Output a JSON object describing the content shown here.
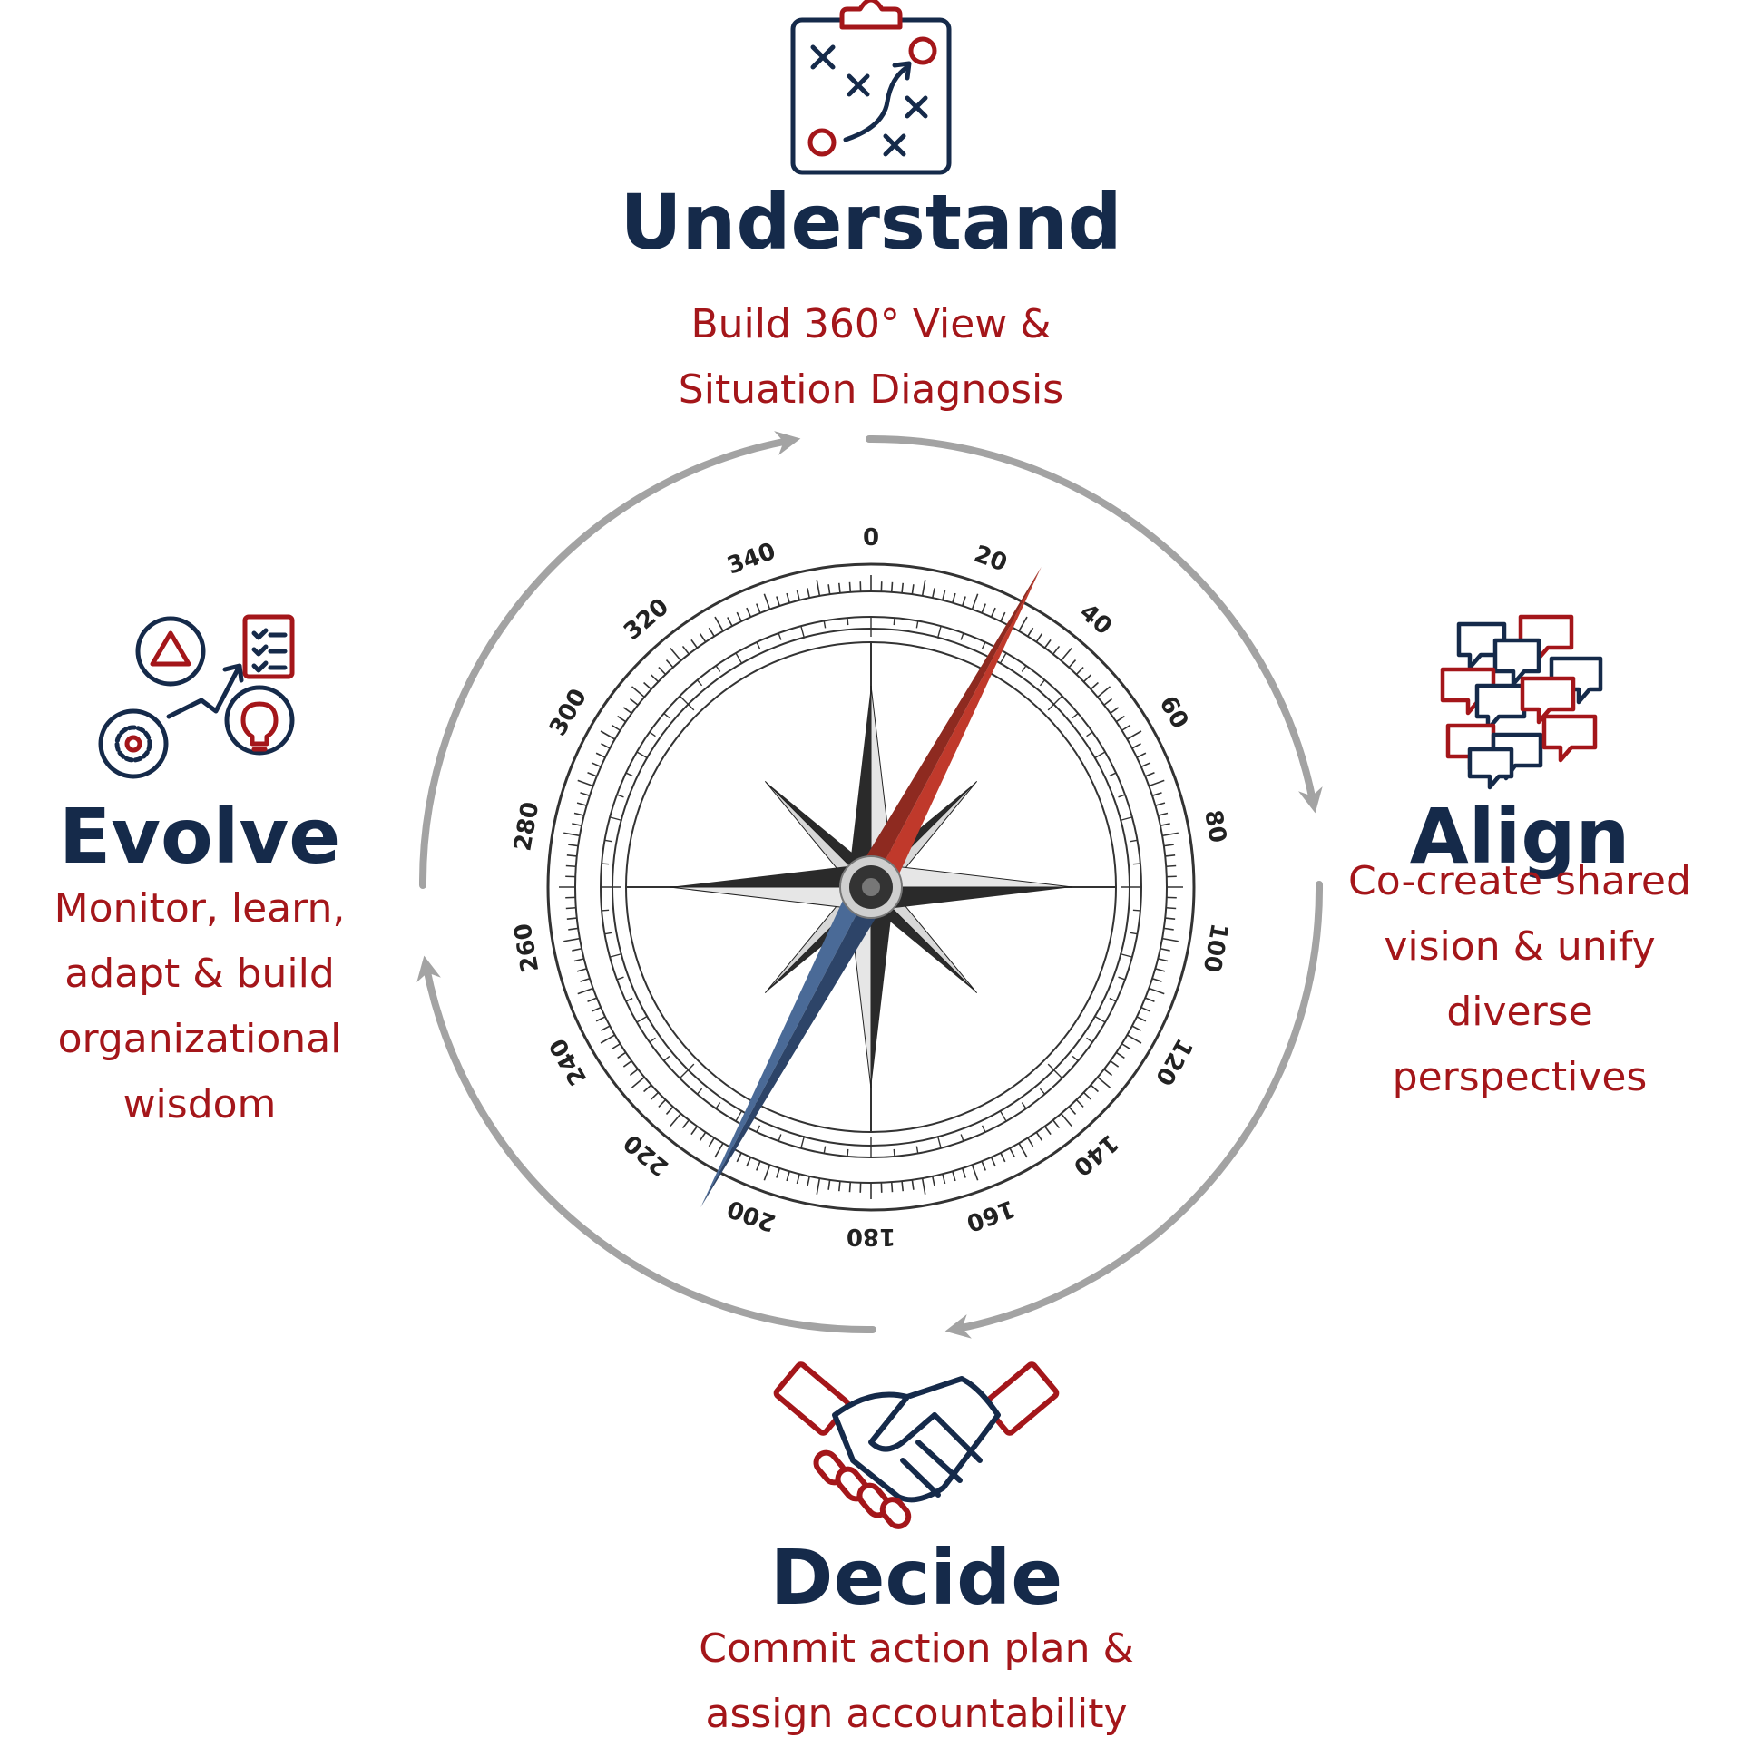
{
  "sections": {
    "understand": {
      "title": "Understand",
      "lines": [
        "Build 360° View &",
        "Situation Diagnosis"
      ]
    },
    "align": {
      "title": "Align",
      "lines": [
        "Co-create shared",
        "vision & unify",
        "diverse",
        "perspectives"
      ]
    },
    "decide": {
      "title": "Decide",
      "lines": [
        "Commit action plan &",
        "assign accountability"
      ]
    },
    "evolve": {
      "title": "Evolve",
      "lines": [
        "Monitor, learn,",
        "adapt & build",
        "organizational",
        "wisdom"
      ]
    }
  },
  "compass": {
    "dial_labels": [
      "0",
      "20",
      "40",
      "60",
      "80",
      "100",
      "120",
      "140",
      "160",
      "180",
      "200",
      "220",
      "240",
      "260",
      "280",
      "300",
      "320",
      "340"
    ],
    "needle_heading_deg": 28
  },
  "icons": {
    "understand": "strategy-clipboard-icon",
    "align": "speech-bubbles-icon",
    "decide": "handshake-icon",
    "evolve": "growth-cycle-icon"
  },
  "colors": {
    "navy": "#152a4a",
    "red": "#a4161a",
    "arrow_gray": "#a3a3a3",
    "needle_red": "#c0392b",
    "needle_blue": "#3d5a85"
  }
}
